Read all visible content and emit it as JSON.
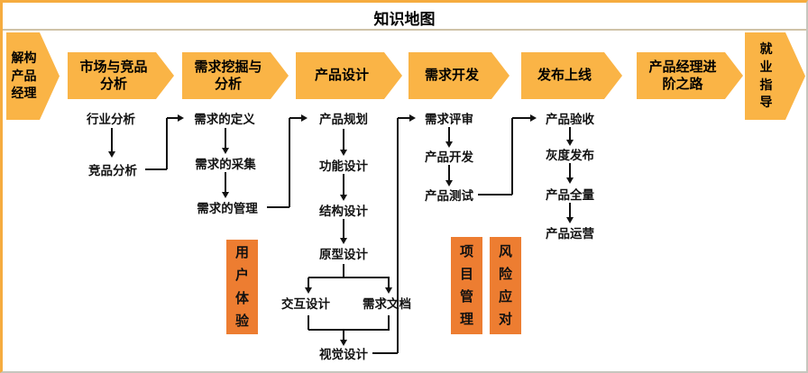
{
  "title": "知识地图",
  "colors": {
    "stage_arrow_fill": "#FAB446",
    "side_box_fill": "#ED7D31",
    "connector_line": "#111111",
    "frame_top_left": "#F6AC3F",
    "frame_bottom_right": "#C6C6BE",
    "title_separator": "#CFC3A8"
  },
  "stages": [
    {
      "label": "解构\n产品\n经理"
    },
    {
      "label": "市场与竞品\n分析"
    },
    {
      "label": "需求挖掘与\n分析"
    },
    {
      "label": "产品设计"
    },
    {
      "label": "需求开发"
    },
    {
      "label": "发布上线"
    },
    {
      "label": "产品经理进\n阶之路"
    },
    {
      "label": "就\n业\n指\n导"
    }
  ],
  "nodes": {
    "industry_analysis": "行业分析",
    "competitor_analysis": "竞品分析",
    "req_definition": "需求的定义",
    "req_collection": "需求的采集",
    "req_management": "需求的管理",
    "product_planning": "产品规划",
    "function_design": "功能设计",
    "structure_design": "结构设计",
    "prototype_design": "原型设计",
    "interaction_design": "交互设计",
    "req_document": "需求文档",
    "visual_design": "视觉设计",
    "req_review": "需求评审",
    "product_dev": "产品开发",
    "product_test": "产品测试",
    "product_acceptance": "产品验收",
    "gray_release": "灰度发布",
    "product_full": "产品全量",
    "product_operation": "产品运营"
  },
  "side_boxes": {
    "user_experience": "用户体验",
    "project_management": "项目管理",
    "risk_response": "风险应对"
  }
}
